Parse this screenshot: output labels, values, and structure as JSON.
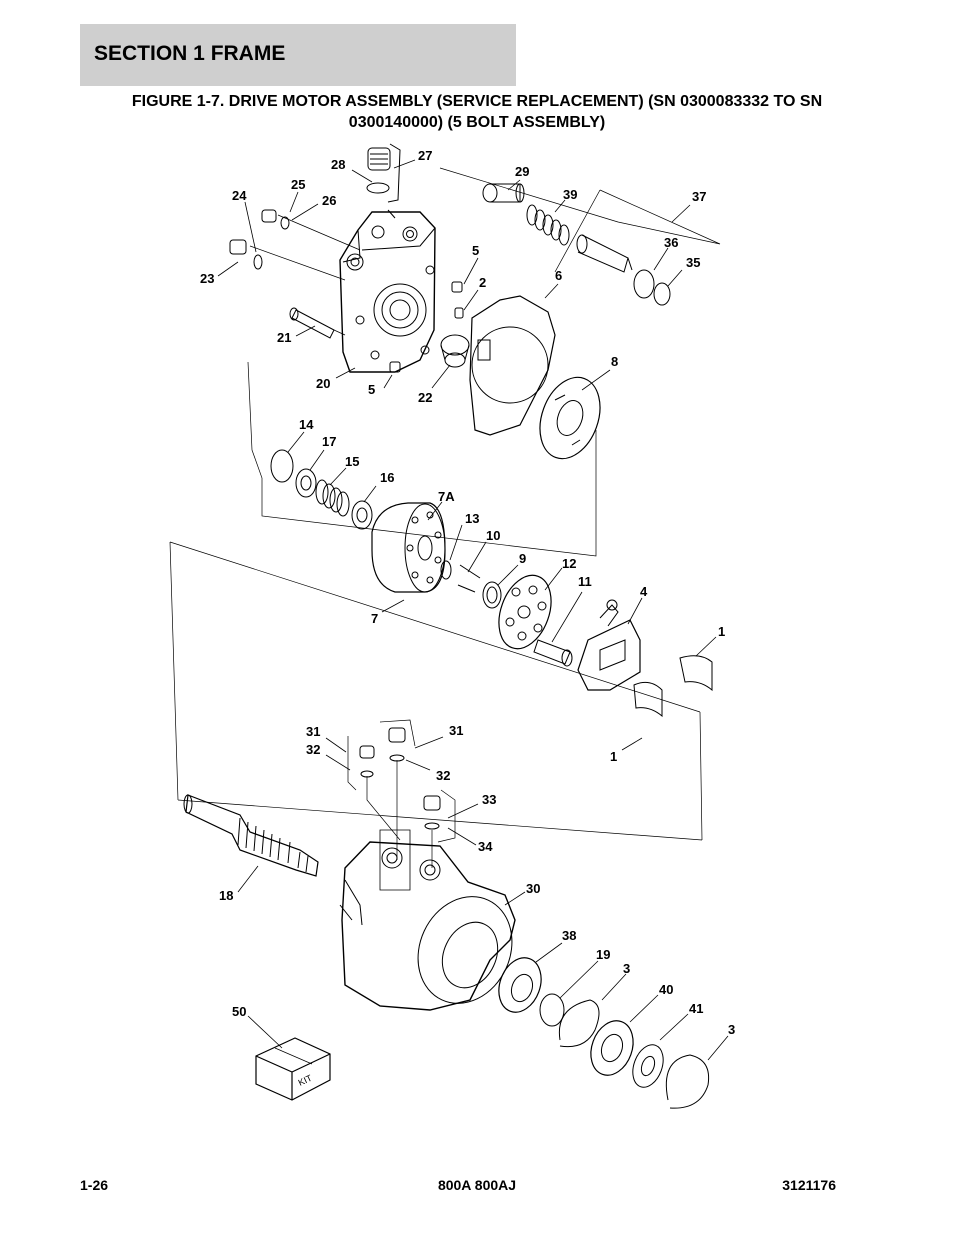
{
  "section": {
    "title": "SECTION 1  FRAME"
  },
  "figure": {
    "title_line1": "FIGURE 1-7. DRIVE MOTOR ASSEMBLY (SERVICE REPLACEMENT) (SN 0300083332 TO SN",
    "title_line2": "0300140000) (5 BOLT ASSEMBLY)"
  },
  "callouts": {
    "c28": "28",
    "c27": "27",
    "c29": "29",
    "c39": "39",
    "c37": "37",
    "c25": "25",
    "c26": "26",
    "c24": "24",
    "c23": "23",
    "c5a": "5",
    "c2": "2",
    "c6": "6",
    "c36": "36",
    "c35": "35",
    "c21": "21",
    "c20": "20",
    "c5b": "5",
    "c22": "22",
    "c8": "8",
    "c14": "14",
    "c17": "17",
    "c15": "15",
    "c16": "16",
    "c7a": "7A",
    "c13": "13",
    "c10": "10",
    "c9": "9",
    "c12": "12",
    "c11": "11",
    "c4": "4",
    "c1a": "1",
    "c7": "7",
    "c1b": "1",
    "c31a": "31",
    "c32a": "32",
    "c31b": "31",
    "c32b": "32",
    "c33": "33",
    "c34": "34",
    "c18": "18",
    "c30": "30",
    "c38": "38",
    "c19": "19",
    "c3a": "3",
    "c40": "40",
    "c41": "41",
    "c3b": "3",
    "c50": "50"
  },
  "kit_label": "KIT",
  "footer": {
    "page": "1-26",
    "model": "800A 800AJ",
    "doc_number": "3121176"
  }
}
